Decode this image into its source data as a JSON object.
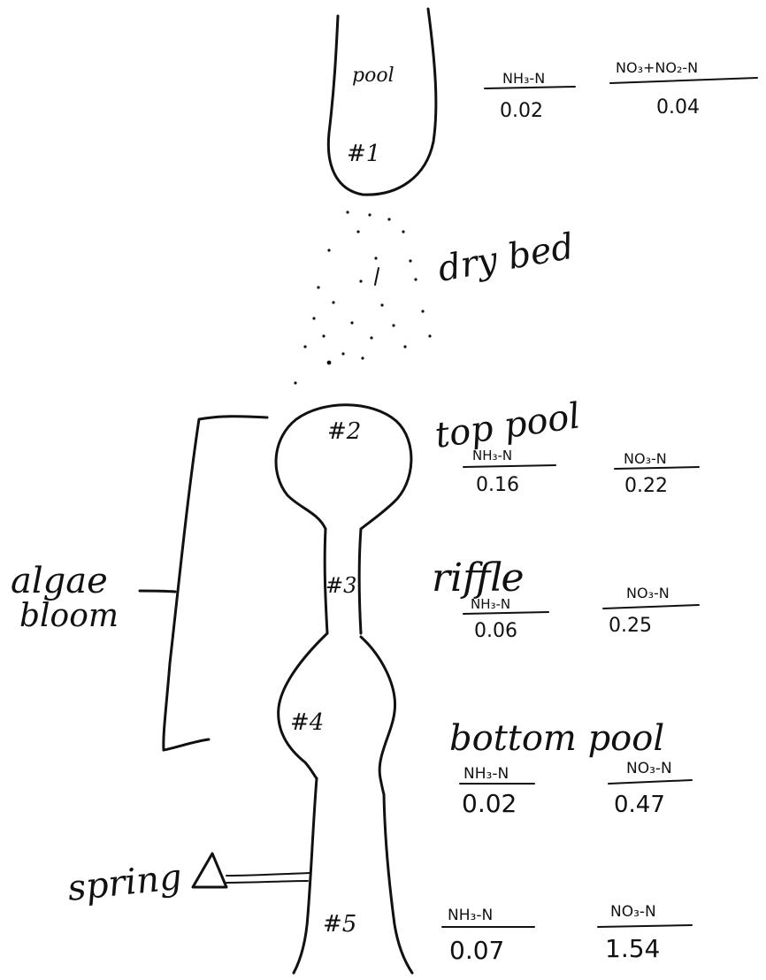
{
  "labels": {
    "pool_top": "pool",
    "dry_bed": "dry bed",
    "algae_bloom_line1": "algae",
    "algae_bloom_line2": "bloom",
    "spring": "spring",
    "top_pool": "top pool",
    "riffle": "riffle",
    "bottom_pool": "bottom pool"
  },
  "sites": [
    {
      "id": "#1",
      "nh_label": "NH₃-N",
      "nh_value": "0.02",
      "no_label": "NO₃+NO₂-N",
      "no_value": "0.04"
    },
    {
      "id": "#2",
      "nh_label": "NH₃-N",
      "nh_value": "0.16",
      "no_label": "NO₃-N",
      "no_value": "0.22"
    },
    {
      "id": "#3",
      "nh_label": "NH₃-N",
      "nh_value": "0.06",
      "no_label": "NO₃-N",
      "no_value": "0.25"
    },
    {
      "id": "#4",
      "nh_label": "NH₃-N",
      "nh_value": "0.02",
      "no_label": "NO₃-N",
      "no_value": "0.47"
    },
    {
      "id": "#5",
      "nh_label": "NH₃-N",
      "nh_value": "0.07",
      "no_label": "NO₃-N",
      "no_value": "1.54"
    }
  ]
}
